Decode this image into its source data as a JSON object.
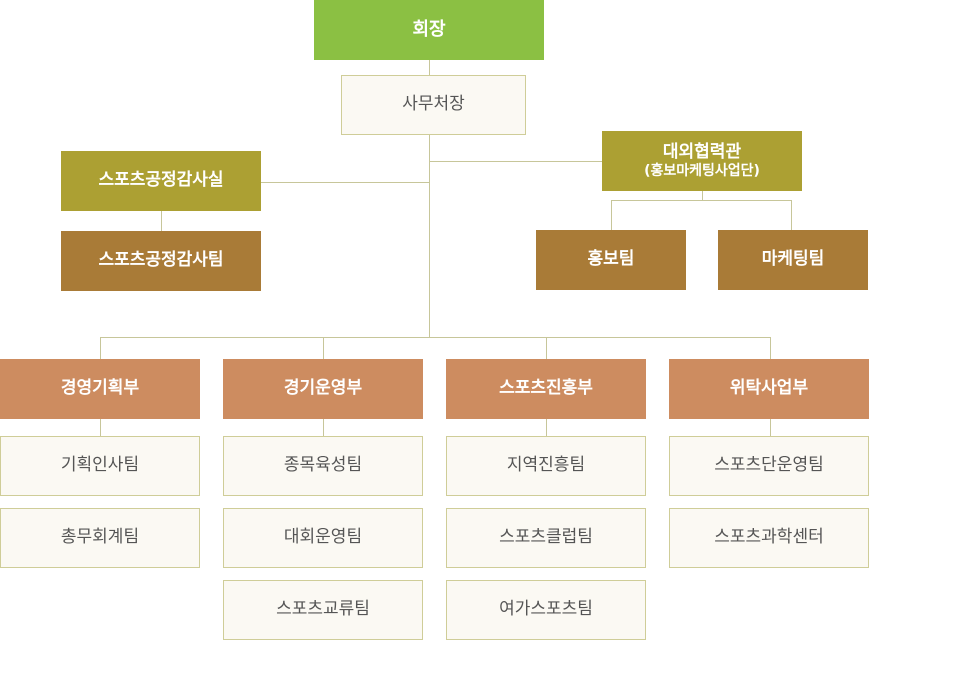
{
  "chairman": "회장",
  "secretary_general": "사무처장",
  "audit": {
    "office": "스포츠공정감사실",
    "team": "스포츠공정감사팀"
  },
  "external": {
    "title": "대외협력관",
    "subtitle": "(홍보마케팅사업단)",
    "teams": [
      "홍보팀",
      "마케팅팀"
    ]
  },
  "departments": [
    {
      "name": "경영기획부",
      "teams": [
        "기획인사팀",
        "총무회계팀"
      ]
    },
    {
      "name": "경기운영부",
      "teams": [
        "종목육성팀",
        "대회운영팀",
        "스포츠교류팀"
      ]
    },
    {
      "name": "스포츠진흥부",
      "teams": [
        "지역진흥팀",
        "스포츠클럽팀",
        "여가스포츠팀"
      ]
    },
    {
      "name": "위탁사업부",
      "teams": [
        "스포츠단운영팀",
        "스포츠과학센터"
      ]
    }
  ],
  "colors": {
    "chairman": "#8bc043",
    "olive": "#aca033",
    "brown": "#a97b37",
    "department": "#cd8c60",
    "team_bg": "#fbf9f3",
    "team_border": "#cfcd98",
    "connector": "#c7c69a"
  }
}
